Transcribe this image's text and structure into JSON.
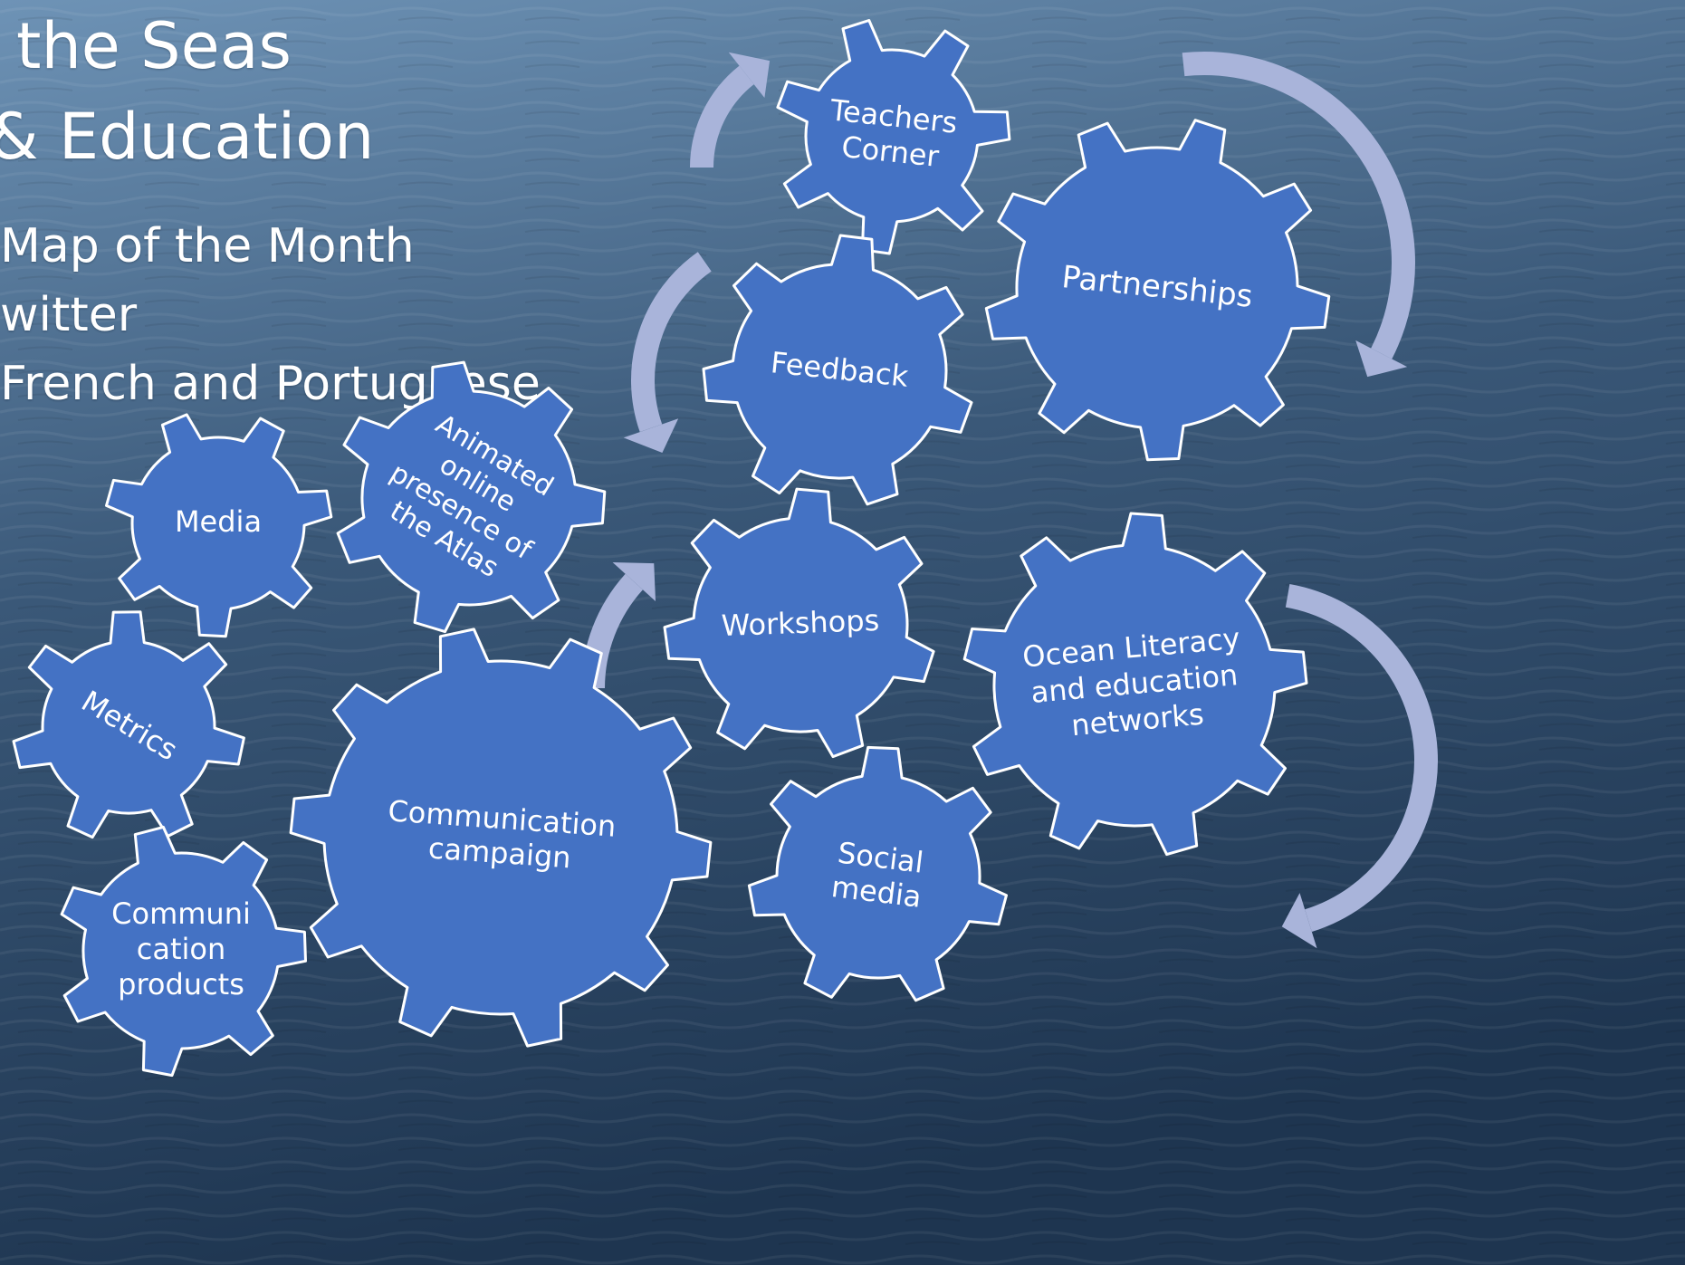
{
  "slide": {
    "title_lines": [
      "the Seas",
      "& Education"
    ],
    "bullets": [
      "Map of the Month",
      "witter",
      "French and Portuguese"
    ]
  },
  "colors": {
    "gear_fill": "#4472C4",
    "gear_stroke": "#ffffff",
    "arrow": "#A9B4DA",
    "text": "#ffffff",
    "sea_dark": "#1e3550",
    "sea_mid": "#3a5878",
    "sea_light": "#6e93b6"
  },
  "diagram": {
    "gears": [
      {
        "id": "teachers-corner",
        "label": [
          "Teachers",
          "Corner"
        ]
      },
      {
        "id": "partnerships",
        "label": [
          "Partnerships"
        ]
      },
      {
        "id": "feedback",
        "label": [
          "Feedback"
        ]
      },
      {
        "id": "animated-online-presence",
        "label": [
          "Animated",
          "online",
          "presence of",
          "the Atlas"
        ]
      },
      {
        "id": "media",
        "label": [
          "Media"
        ]
      },
      {
        "id": "workshops",
        "label": [
          "Workshops"
        ]
      },
      {
        "id": "ocean-literacy",
        "label": [
          "Ocean Literacy",
          "and education",
          "networks"
        ]
      },
      {
        "id": "metrics",
        "label": [
          "Metrics"
        ]
      },
      {
        "id": "communication-campaign",
        "label": [
          "Communication",
          "campaign"
        ]
      },
      {
        "id": "social-media",
        "label": [
          "Social",
          "media"
        ]
      },
      {
        "id": "communication-products",
        "label": [
          "Communi",
          "cation",
          "products"
        ]
      }
    ],
    "arrows": [
      {
        "id": "arrow-to-teachers"
      },
      {
        "id": "arrow-partnerships-right"
      },
      {
        "id": "arrow-feedback-left"
      },
      {
        "id": "arrow-to-workshops"
      },
      {
        "id": "arrow-ocean-literacy-right"
      }
    ]
  }
}
